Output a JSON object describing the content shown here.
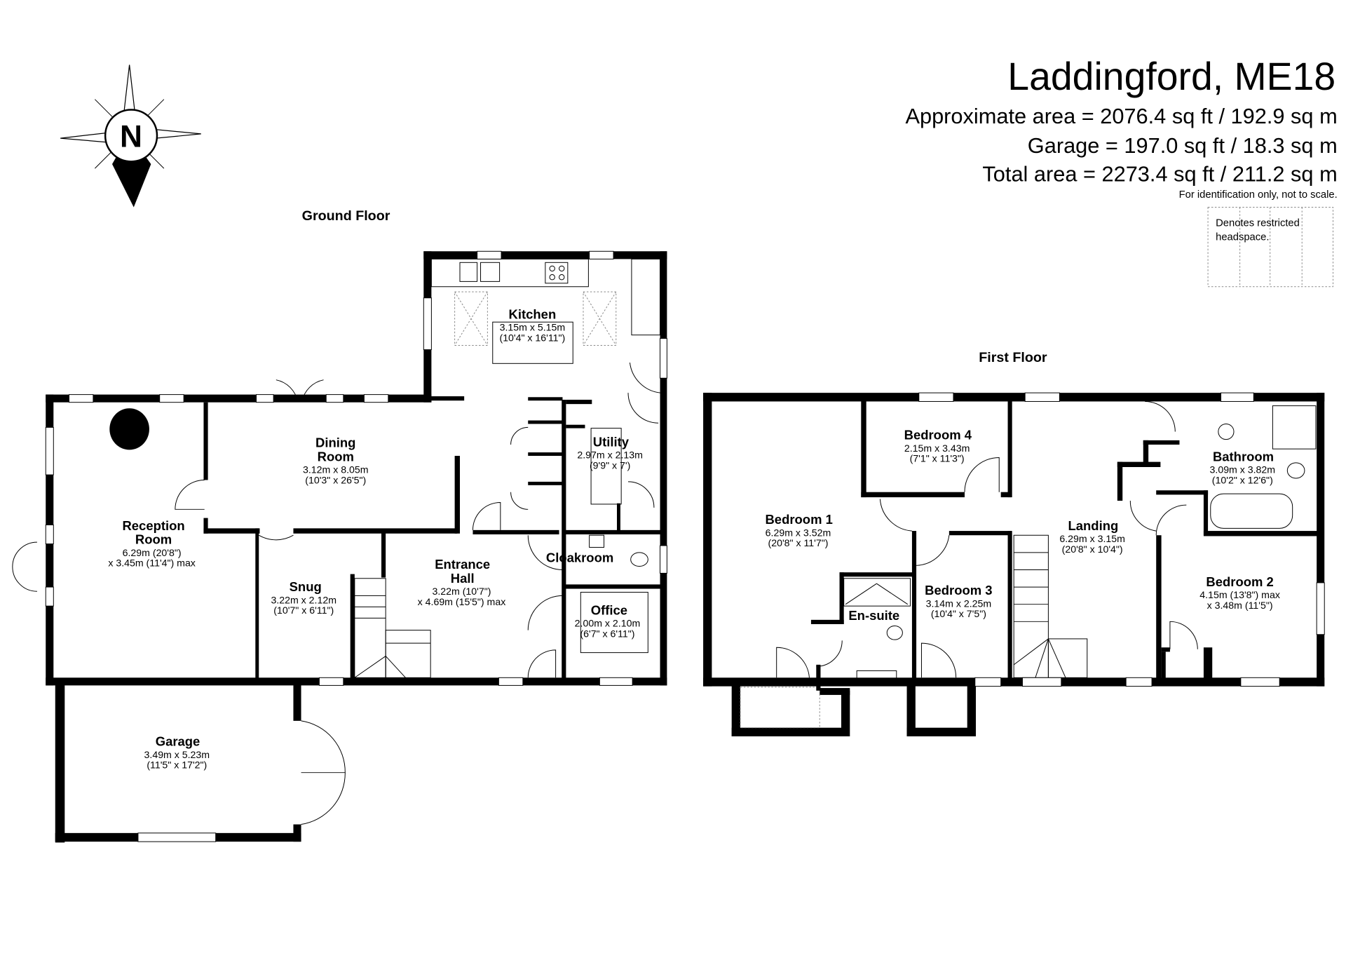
{
  "header": {
    "title": "Laddingford, ME18",
    "approx_area": "Approximate area = 2076.4 sq ft / 192.9 sq m",
    "garage_area": "Garage = 197.0 sq ft / 18.3 sq m",
    "total_area": "Total area = 2273.4 sq ft / 211.2 sq m",
    "disclaimer": "For identification only, not to scale."
  },
  "legend": {
    "line1": "Denotes restricted",
    "line2": "headspace."
  },
  "compass": {
    "label": "N"
  },
  "ground_floor": {
    "label": "Ground Floor",
    "rooms": {
      "kitchen": {
        "name": "Kitchen",
        "dim1": "3.15m x 5.15m",
        "dim2": "(10'4\" x 16'11\")"
      },
      "dining": {
        "name1": "Dining",
        "name2": "Room",
        "dim1": "3.12m x 8.05m",
        "dim2": "(10'3\" x 26'5\")"
      },
      "utility": {
        "name": "Utility",
        "dim1": "2.97m x 2.13m",
        "dim2": "(9'9\" x 7')"
      },
      "reception": {
        "name1": "Reception",
        "name2": "Room",
        "dim1": "6.29m (20'8\")",
        "dim2": "x 3.45m (11'4\") max"
      },
      "entrance": {
        "name1": "Entrance",
        "name2": "Hall",
        "dim1": "3.22m (10'7\")",
        "dim2": "x 4.69m (15'5\") max"
      },
      "cloakroom": {
        "name": "Cloakroom"
      },
      "snug": {
        "name": "Snug",
        "dim1": "3.22m x 2.12m",
        "dim2": "(10'7\" x 6'11\")"
      },
      "office": {
        "name": "Office",
        "dim1": "2.00m x 2.10m",
        "dim2": "(6'7\" x 6'11\")"
      },
      "garage": {
        "name": "Garage",
        "dim1": "3.49m x 5.23m",
        "dim2": "(11'5\" x 17'2\")"
      }
    }
  },
  "first_floor": {
    "label": "First Floor",
    "rooms": {
      "bedroom4": {
        "name": "Bedroom 4",
        "dim1": "2.15m x 3.43m",
        "dim2": "(7'1\" x 11'3\")"
      },
      "bathroom": {
        "name": "Bathroom",
        "dim1": "3.09m x 3.82m",
        "dim2": "(10'2\" x 12'6\")"
      },
      "bedroom1": {
        "name": "Bedroom 1",
        "dim1": "6.29m x 3.52m",
        "dim2": "(20'8\" x 11'7\")"
      },
      "landing": {
        "name": "Landing",
        "dim1": "6.29m x 3.15m",
        "dim2": "(20'8\" x 10'4\")"
      },
      "bedroom3": {
        "name": "Bedroom 3",
        "dim1": "3.14m x 2.25m",
        "dim2": "(10'4\" x 7'5\")"
      },
      "ensuite": {
        "name": "En-suite"
      },
      "bedroom2": {
        "name": "Bedroom 2",
        "dim1": "4.15m (13'8\") max",
        "dim2": "x 3.48m (11'5\")"
      }
    }
  }
}
